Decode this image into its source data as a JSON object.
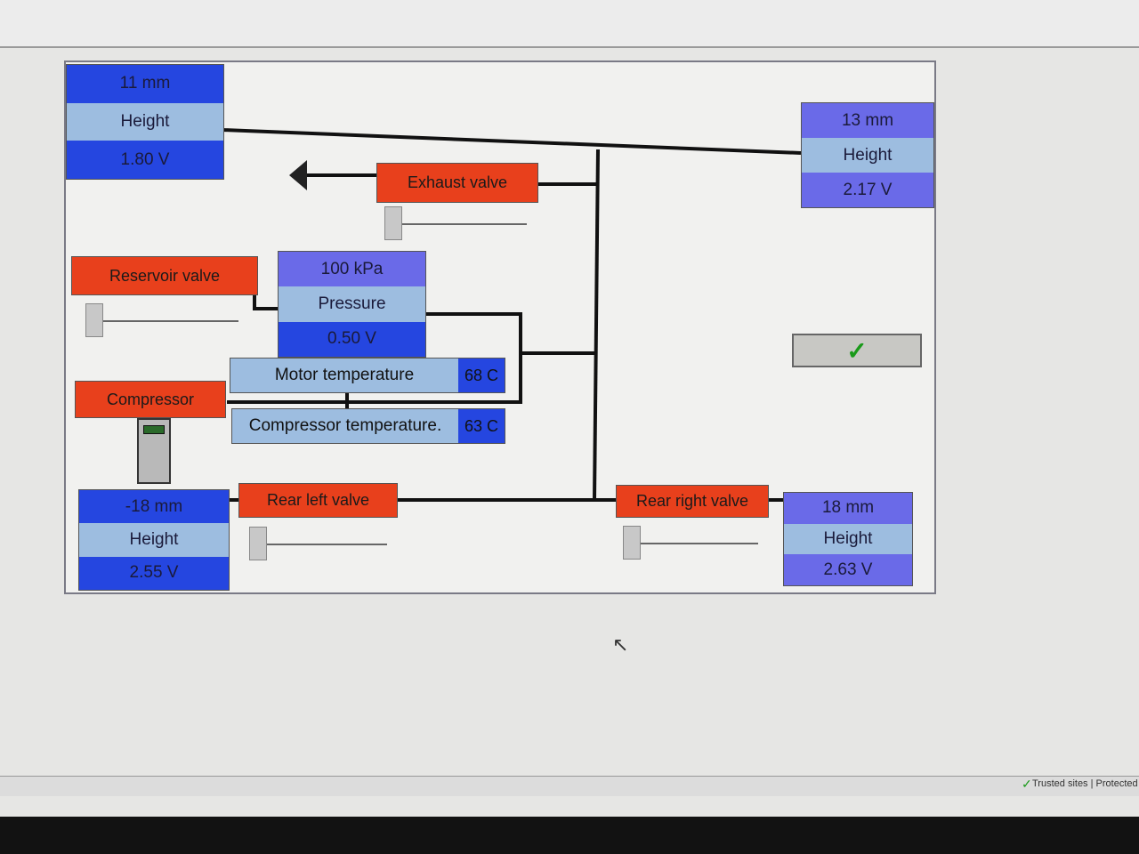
{
  "sensors": {
    "front_left": {
      "height_mm": "11 mm",
      "label": "Height",
      "voltage": "1.80 V"
    },
    "front_right": {
      "height_mm": "13 mm",
      "label": "Height",
      "voltage": "2.17 V"
    },
    "rear_left": {
      "height_mm": "-18 mm",
      "label": "Height",
      "voltage": "2.55 V"
    },
    "rear_right": {
      "height_mm": "18 mm",
      "label": "Height",
      "voltage": "2.63 V"
    },
    "pressure": {
      "value": "100 kPa",
      "label": "Pressure",
      "voltage": "0.50 V"
    }
  },
  "valves": {
    "exhaust": "Exhaust valve",
    "reservoir": "Reservoir valve",
    "compressor": "Compressor",
    "rear_left": "Rear left valve",
    "rear_right": "Rear right valve"
  },
  "temperatures": {
    "motor": {
      "label": "Motor temperature",
      "value": "68 C"
    },
    "compressor": {
      "label": "Compressor temperature.",
      "value": "63 C"
    }
  },
  "ok_button": {
    "symbol": "✓"
  },
  "statusbar": {
    "zone": "Trusted sites | Protected"
  },
  "colors": {
    "valve": "#e8401c",
    "sensor_blue": "#2546e0",
    "sensor_light": "#9dbde0",
    "ok": "#1a9a1a"
  }
}
